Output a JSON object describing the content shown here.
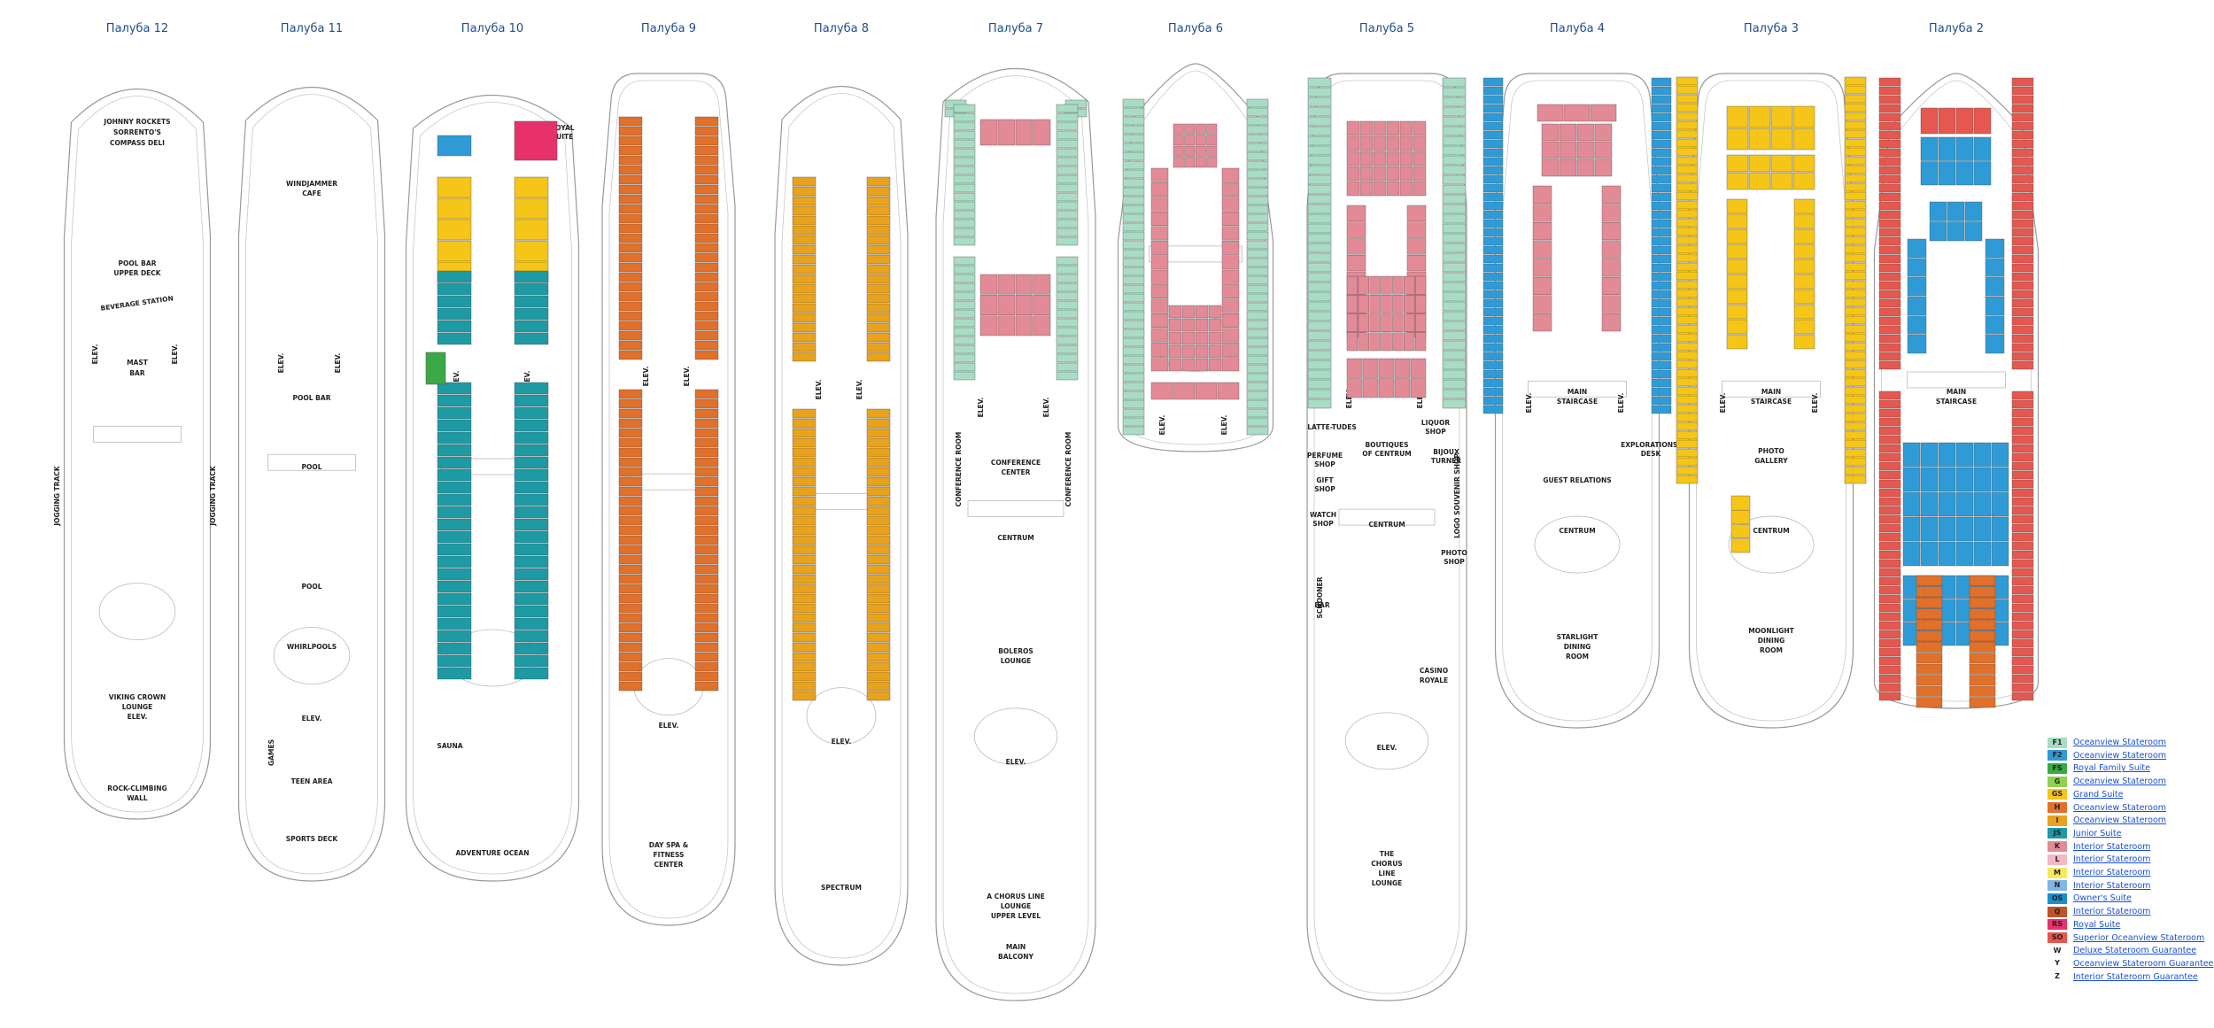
{
  "colors": {
    "teal_cabin": "#1d9aa3",
    "blue_cabin": "#2f9bd6",
    "yellow_cabin": "#f5c518",
    "orange_cabin": "#e0702a",
    "amber_cabin": "#e8a21c",
    "pink_cabin": "#e38a97",
    "mint_cabin": "#a9dcc4",
    "red_cabin": "#e5574f",
    "magenta_suite": "#e8316b",
    "green_suite": "#3aa845",
    "outline": "#999999"
  },
  "decks": [
    {
      "title": "Палуба 12",
      "labels": [
        "JOHNNY ROCKETS",
        "SORRENTO'S",
        "COMPASS DELI",
        "POOL BAR",
        "UPPER DECK",
        "BEVERAGE STATION",
        "MAST",
        "BAR",
        "ELEV.",
        "ELEV.",
        "JOGGING TRACK",
        "JOGGING TRACK",
        "VIKING CROWN",
        "LOUNGE",
        "ELEV.",
        "ROCK-CLIMBING",
        "WALL"
      ]
    },
    {
      "title": "Палуба 11",
      "labels": [
        "WINDJAMMER",
        "CAFE",
        "POOL BAR",
        "ELEV.",
        "ELEV.",
        "POOL",
        "POOL",
        "WHIRLPOOLS",
        "ELEV.",
        "GAMES",
        "TEEN AREA",
        "SPORTS DECK"
      ]
    },
    {
      "title": "Палуба 10",
      "labels": [
        "ROYAL",
        "SUITE",
        "ELEV.",
        "ELEV.",
        "SAUNA",
        "ADVENTURE OCEAN"
      ]
    },
    {
      "title": "Палуба 9",
      "labels": [
        "ELEV.",
        "ELEV.",
        "ELEV.",
        "DAY SPA &",
        "FITNESS",
        "CENTER"
      ]
    },
    {
      "title": "Палуба 8",
      "labels": [
        "ELEV.",
        "ELEV.",
        "ELEV.",
        "SPECTRUM"
      ]
    },
    {
      "title": "Палуба 7",
      "labels": [
        "ELEV.",
        "ELEV.",
        "CONFERENCE ROOM",
        "CONFERENCE",
        "CENTER",
        "CONFERENCE ROOM",
        "CENTRUM",
        "BOLEROS",
        "LOUNGE",
        "ELEV.",
        "A CHORUS LINE",
        "LOUNGE",
        "UPPER LEVEL",
        "MAIN",
        "BALCONY"
      ]
    },
    {
      "title": "Палуба 6",
      "labels": [
        "ELEV.",
        "ELEV."
      ]
    },
    {
      "title": "Палуба 5",
      "labels": [
        "ELEV.",
        "ELEV.",
        "LATTE-TUDES",
        "LIQUOR",
        "SHOP",
        "BOUTIQUES",
        "OF CENTRUM",
        "BIJOUX",
        "TURNER",
        "PERFUME",
        "SHOP",
        "GIFT",
        "SHOP",
        "WATCH",
        "SHOP",
        "CENTRUM",
        "LOGO SOUVENIR SHOP",
        "PHOTO",
        "SHOP",
        "SCHOONER",
        "BAR",
        "CASINO",
        "ROYALE",
        "ELEV.",
        "THE",
        "CHORUS",
        "LINE",
        "LOUNGE"
      ]
    },
    {
      "title": "Палуба 4",
      "labels": [
        "ELEV.",
        "MAIN",
        "STAIRCASE",
        "ELEV.",
        "EXPLORATIONS!",
        "DESK",
        "GUEST RELATIONS",
        "CENTRUM",
        "STARLIGHT",
        "DINING",
        "ROOM"
      ]
    },
    {
      "title": "Палуба 3",
      "labels": [
        "ELEV.",
        "MAIN",
        "STAIRCASE",
        "ELEV.",
        "PHOTO",
        "GALLERY",
        "CENTRUM",
        "MOONLIGHT",
        "DINING",
        "ROOM"
      ]
    },
    {
      "title": "Палуба 2",
      "labels": [
        "MAIN",
        "STAIRCASE"
      ]
    }
  ],
  "legend": [
    {
      "code": "F1",
      "label": "Oceanview Stateroom",
      "color": "#a9dcc4"
    },
    {
      "code": "F2",
      "label": "Oceanview Stateroom",
      "color": "#2f9bd6"
    },
    {
      "code": "FS",
      "label": "Royal Family Suite",
      "color": "#3aa845"
    },
    {
      "code": "G",
      "label": "Oceanview Stateroom",
      "color": "#8fd14f"
    },
    {
      "code": "GS",
      "label": "Grand Suite",
      "color": "#f5c518"
    },
    {
      "code": "H",
      "label": "Oceanview Stateroom",
      "color": "#e0702a"
    },
    {
      "code": "I",
      "label": "Oceanview Stateroom",
      "color": "#e8a21c"
    },
    {
      "code": "JS",
      "label": "Junior Suite",
      "color": "#1d9aa3"
    },
    {
      "code": "K",
      "label": "Interior Stateroom",
      "color": "#e38a97"
    },
    {
      "code": "L",
      "label": "Interior Stateroom",
      "color": "#f2b8c6"
    },
    {
      "code": "M",
      "label": "Interior Stateroom",
      "color": "#f3ea5f"
    },
    {
      "code": "N",
      "label": "Interior Stateroom",
      "color": "#7fb6e5"
    },
    {
      "code": "OS",
      "label": "Owner's Suite",
      "color": "#1b8fc9"
    },
    {
      "code": "Q",
      "label": "Interior Stateroom",
      "color": "#c0522a"
    },
    {
      "code": "RS",
      "label": "Royal Suite",
      "color": "#e8316b"
    },
    {
      "code": "SO",
      "label": "Superior Oceanview Stateroom",
      "color": "#e5574f"
    },
    {
      "code": "W",
      "label": "Deluxe Stateroom Guarantee",
      "color": "#ffffff"
    },
    {
      "code": "Y",
      "label": "Oceanview Stateroom Guarantee",
      "color": "#ffffff"
    },
    {
      "code": "Z",
      "label": "Interior Stateroom Guarantee",
      "color": "#ffffff"
    }
  ]
}
